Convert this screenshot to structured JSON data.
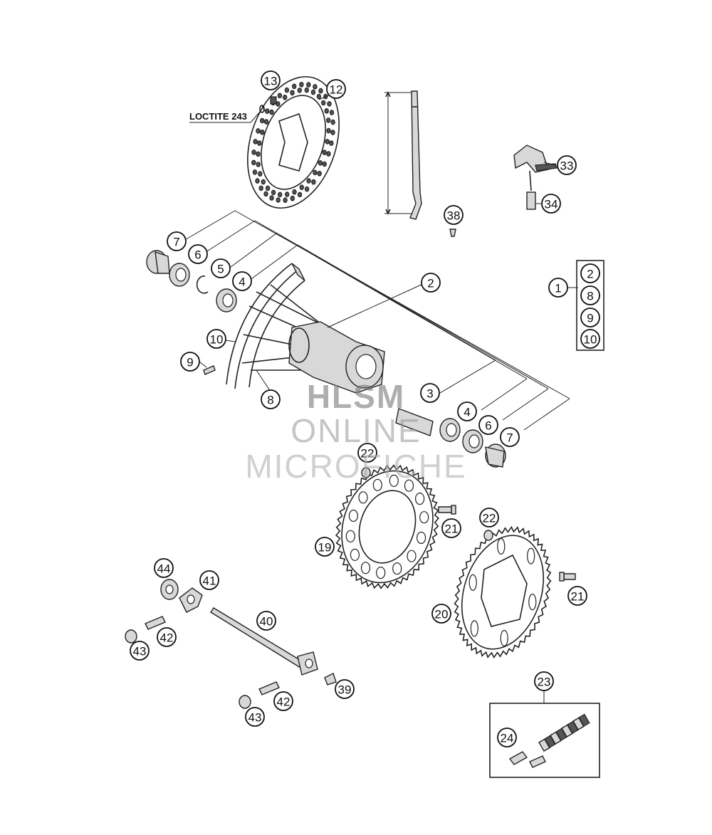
{
  "diagram": {
    "note": "LOCTITE 243",
    "watermark": [
      "HLSM",
      "ONLINE",
      "MICROFICHE"
    ],
    "callouts": {
      "c13": "13",
      "c12": "12",
      "c38": "38",
      "c33": "33",
      "c34": "34",
      "c7a": "7",
      "c6a": "6",
      "c5": "5",
      "c4a": "4",
      "c2": "2",
      "c1": "1",
      "k2": "2",
      "k8": "8",
      "k9": "9",
      "k10": "10",
      "c10": "10",
      "c9": "9",
      "c8": "8",
      "c3": "3",
      "c4b": "4",
      "c6b": "6",
      "c7b": "7",
      "c22a": "22",
      "c19": "19",
      "c21a": "21",
      "c22b": "22",
      "c20": "20",
      "c21b": "21",
      "c44": "44",
      "c41": "41",
      "c40": "40",
      "c42a": "42",
      "c43a": "43",
      "c39": "39",
      "c42b": "42",
      "c43b": "43",
      "c23": "23",
      "c24": "24"
    }
  }
}
